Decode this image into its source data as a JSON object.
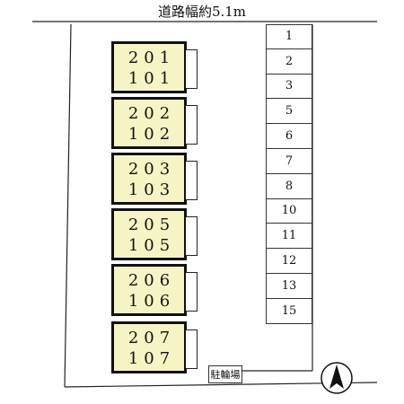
{
  "road": {
    "label": "道路幅約5.1m"
  },
  "buildings": [
    {
      "upper": "201",
      "lower": "101"
    },
    {
      "upper": "202",
      "lower": "102"
    },
    {
      "upper": "203",
      "lower": "103"
    },
    {
      "upper": "205",
      "lower": "105"
    },
    {
      "upper": "206",
      "lower": "106"
    },
    {
      "upper": "207",
      "lower": "107"
    }
  ],
  "parking": [
    "1",
    "2",
    "3",
    "5",
    "6",
    "7",
    "8",
    "10",
    "11",
    "12",
    "13",
    "15"
  ],
  "bicycle_parking": {
    "label": "駐輪場"
  },
  "compass": {
    "icon": "north-arrow-icon"
  }
}
